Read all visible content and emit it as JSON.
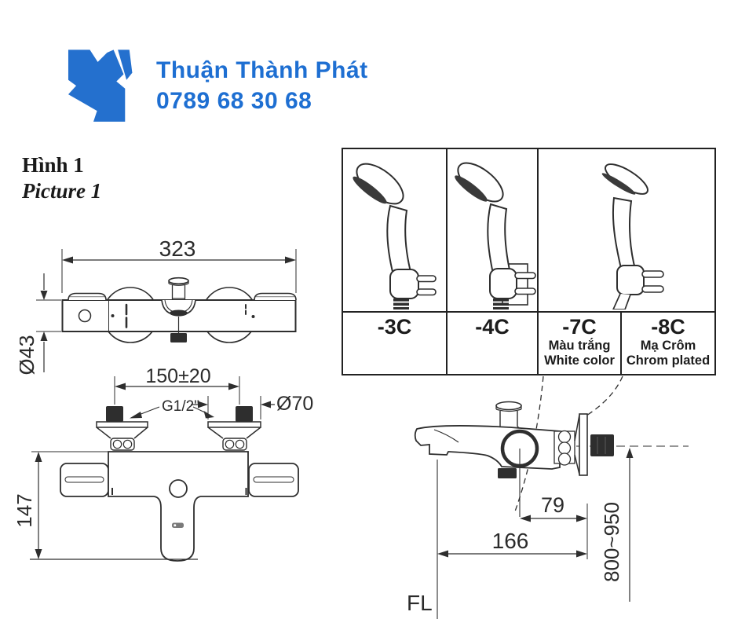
{
  "colors": {
    "brand_blue": "#1e6fd2",
    "line_dark": "#2e2e2e"
  },
  "header": {
    "company_name": "Thuận Thành Phát",
    "phone": "0789 68 30 68"
  },
  "figure_label": {
    "vi": "Hình 1",
    "en": "Picture 1"
  },
  "front_view": {
    "width_mm": "323",
    "body_diameter": "Ø43"
  },
  "installation_view": {
    "inlet_spacing": "150±20",
    "thread_size": "G1/2\"",
    "escutcheon_diameter": "Ø70",
    "height_mm": "147"
  },
  "variants_table": {
    "items": [
      {
        "code": "-3C",
        "note_vi": "",
        "note_en": ""
      },
      {
        "code": "-4C",
        "note_vi": "",
        "note_en": ""
      },
      {
        "code": "-7C",
        "note_vi": "Màu trắng",
        "note_en": "White color"
      },
      {
        "code": "-8C",
        "note_vi": "Mạ Crôm",
        "note_en": "Chrom plated"
      }
    ]
  },
  "side_view": {
    "spout_to_wall": "79",
    "spout_reach": "166",
    "mounting_height": "800~950",
    "floor_level": "FL"
  }
}
